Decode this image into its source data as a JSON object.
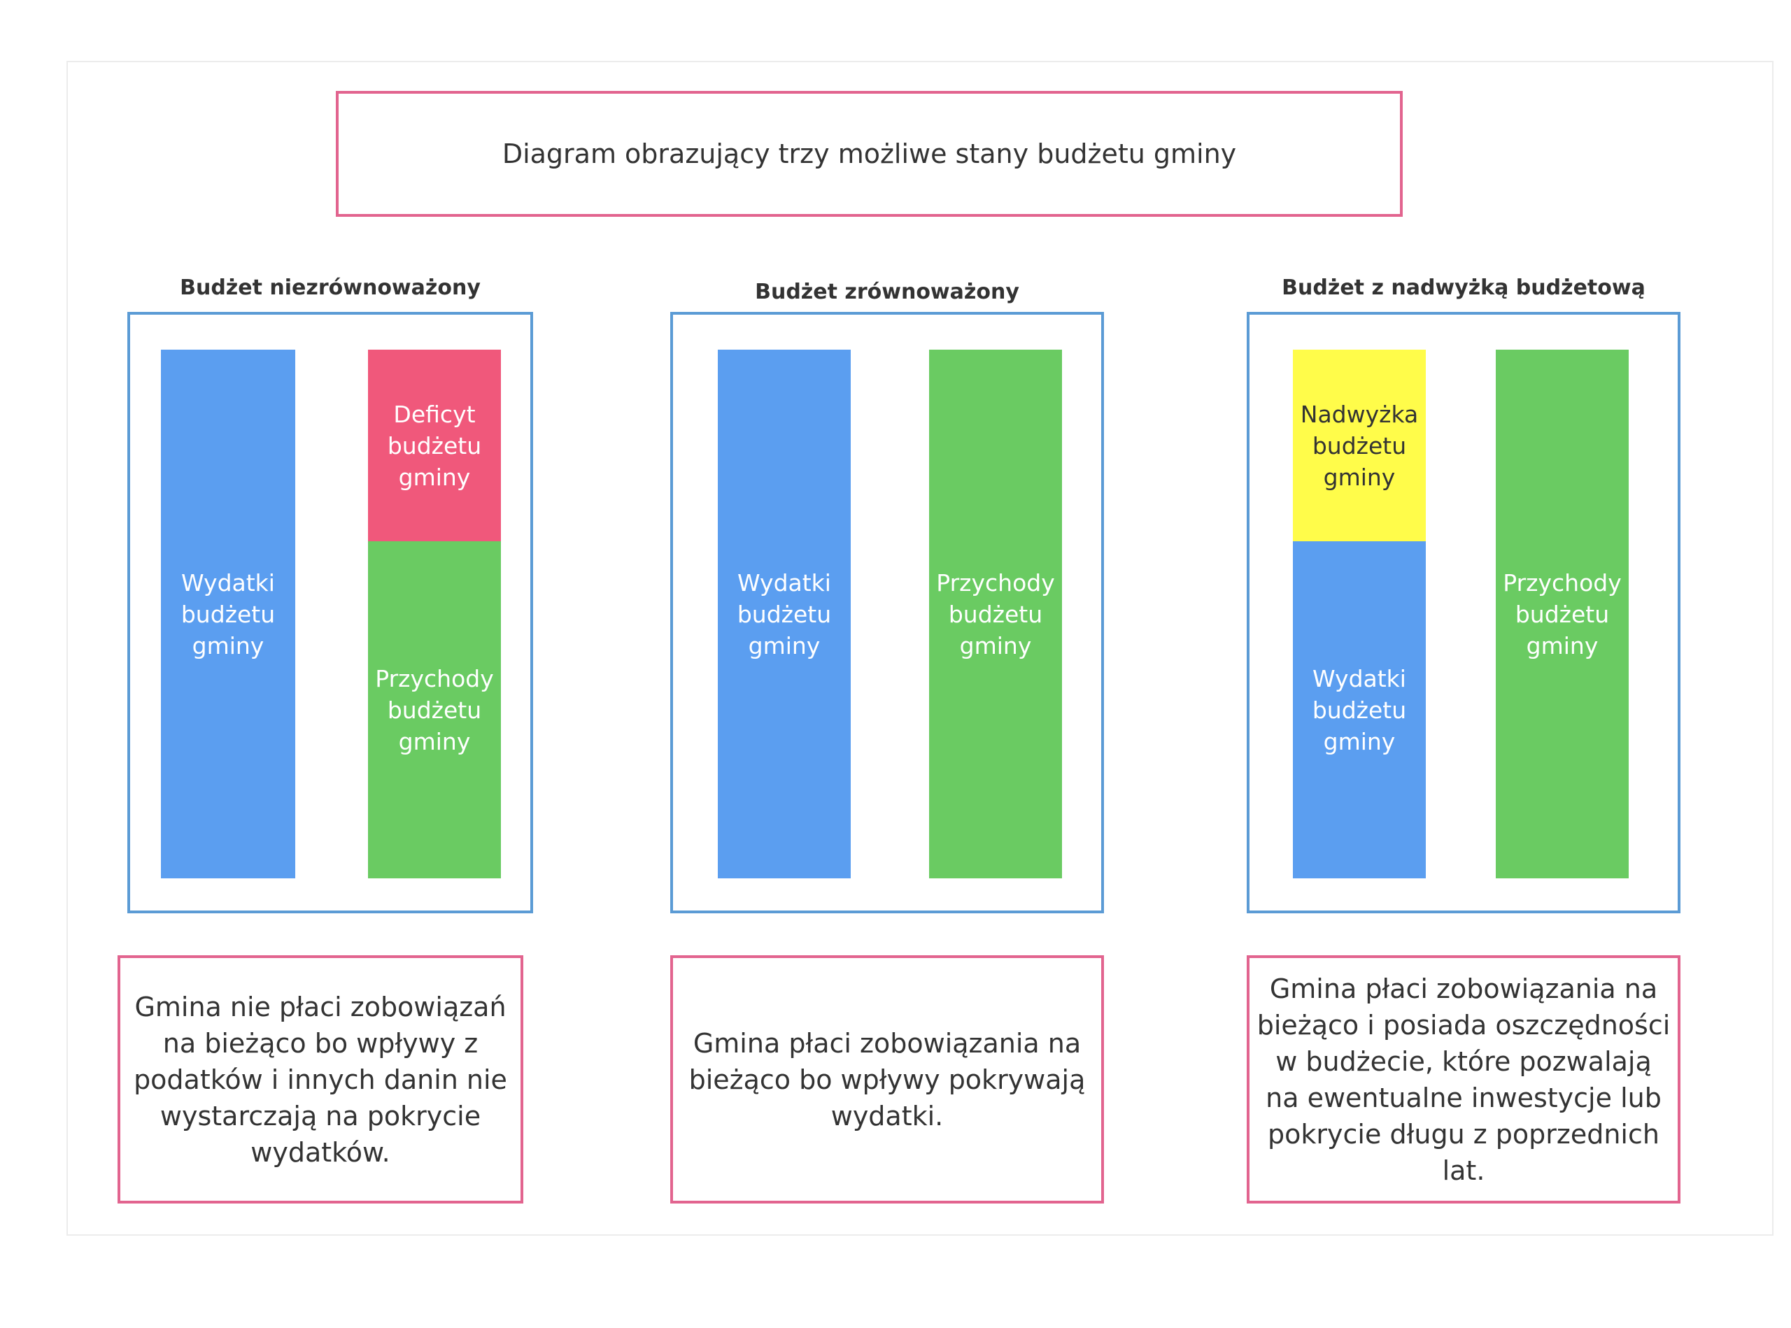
{
  "title": "Diagram obrazujący trzy możliwe stany budżetu gminy",
  "colors": {
    "blue": "#5b9ef0",
    "green": "#6acb62",
    "red": "#f0587b",
    "yellow": "#fffc4a",
    "panel_border": "#5b9bd5",
    "desc_border": "#e2648f"
  },
  "panels": [
    {
      "heading": "Budżet niezrównoważony",
      "bars": {
        "left": {
          "label": "Wydatki\nbudżetu\ngminy"
        },
        "right_top": {
          "label": "Deficyt\nbudżetu\ngminy"
        },
        "right_bottom": {
          "label": "Przychody\nbudżetu\ngminy"
        }
      },
      "description": "Gmina nie płaci zobowiązań  na bieżąco bo wpływy z podatków i innych danin nie wystarczają na pokrycie wydatków."
    },
    {
      "heading": "Budżet zrównoważony",
      "bars": {
        "left": {
          "label": "Wydatki\nbudżetu\ngminy"
        },
        "right": {
          "label": "Przychody\nbudżetu\ngminy"
        }
      },
      "description": "Gmina  płaci zobowiązania na bieżąco bo wpływy pokrywają wydatki."
    },
    {
      "heading": "Budżet z nadwyżką budżetową",
      "bars": {
        "left_top": {
          "label": "Nadwyżka\nbudżetu\ngminy"
        },
        "left_bottom": {
          "label": "Wydatki\nbudżetu\ngminy"
        },
        "right": {
          "label": "Przychody\nbudżetu\ngminy"
        }
      },
      "description": "Gmina  płaci zobowiązania na bieżąco i posiada oszczędności w budżecie, które pozwalają na ewentualne inwestycje lub pokrycie długu z poprzednich lat."
    }
  ]
}
